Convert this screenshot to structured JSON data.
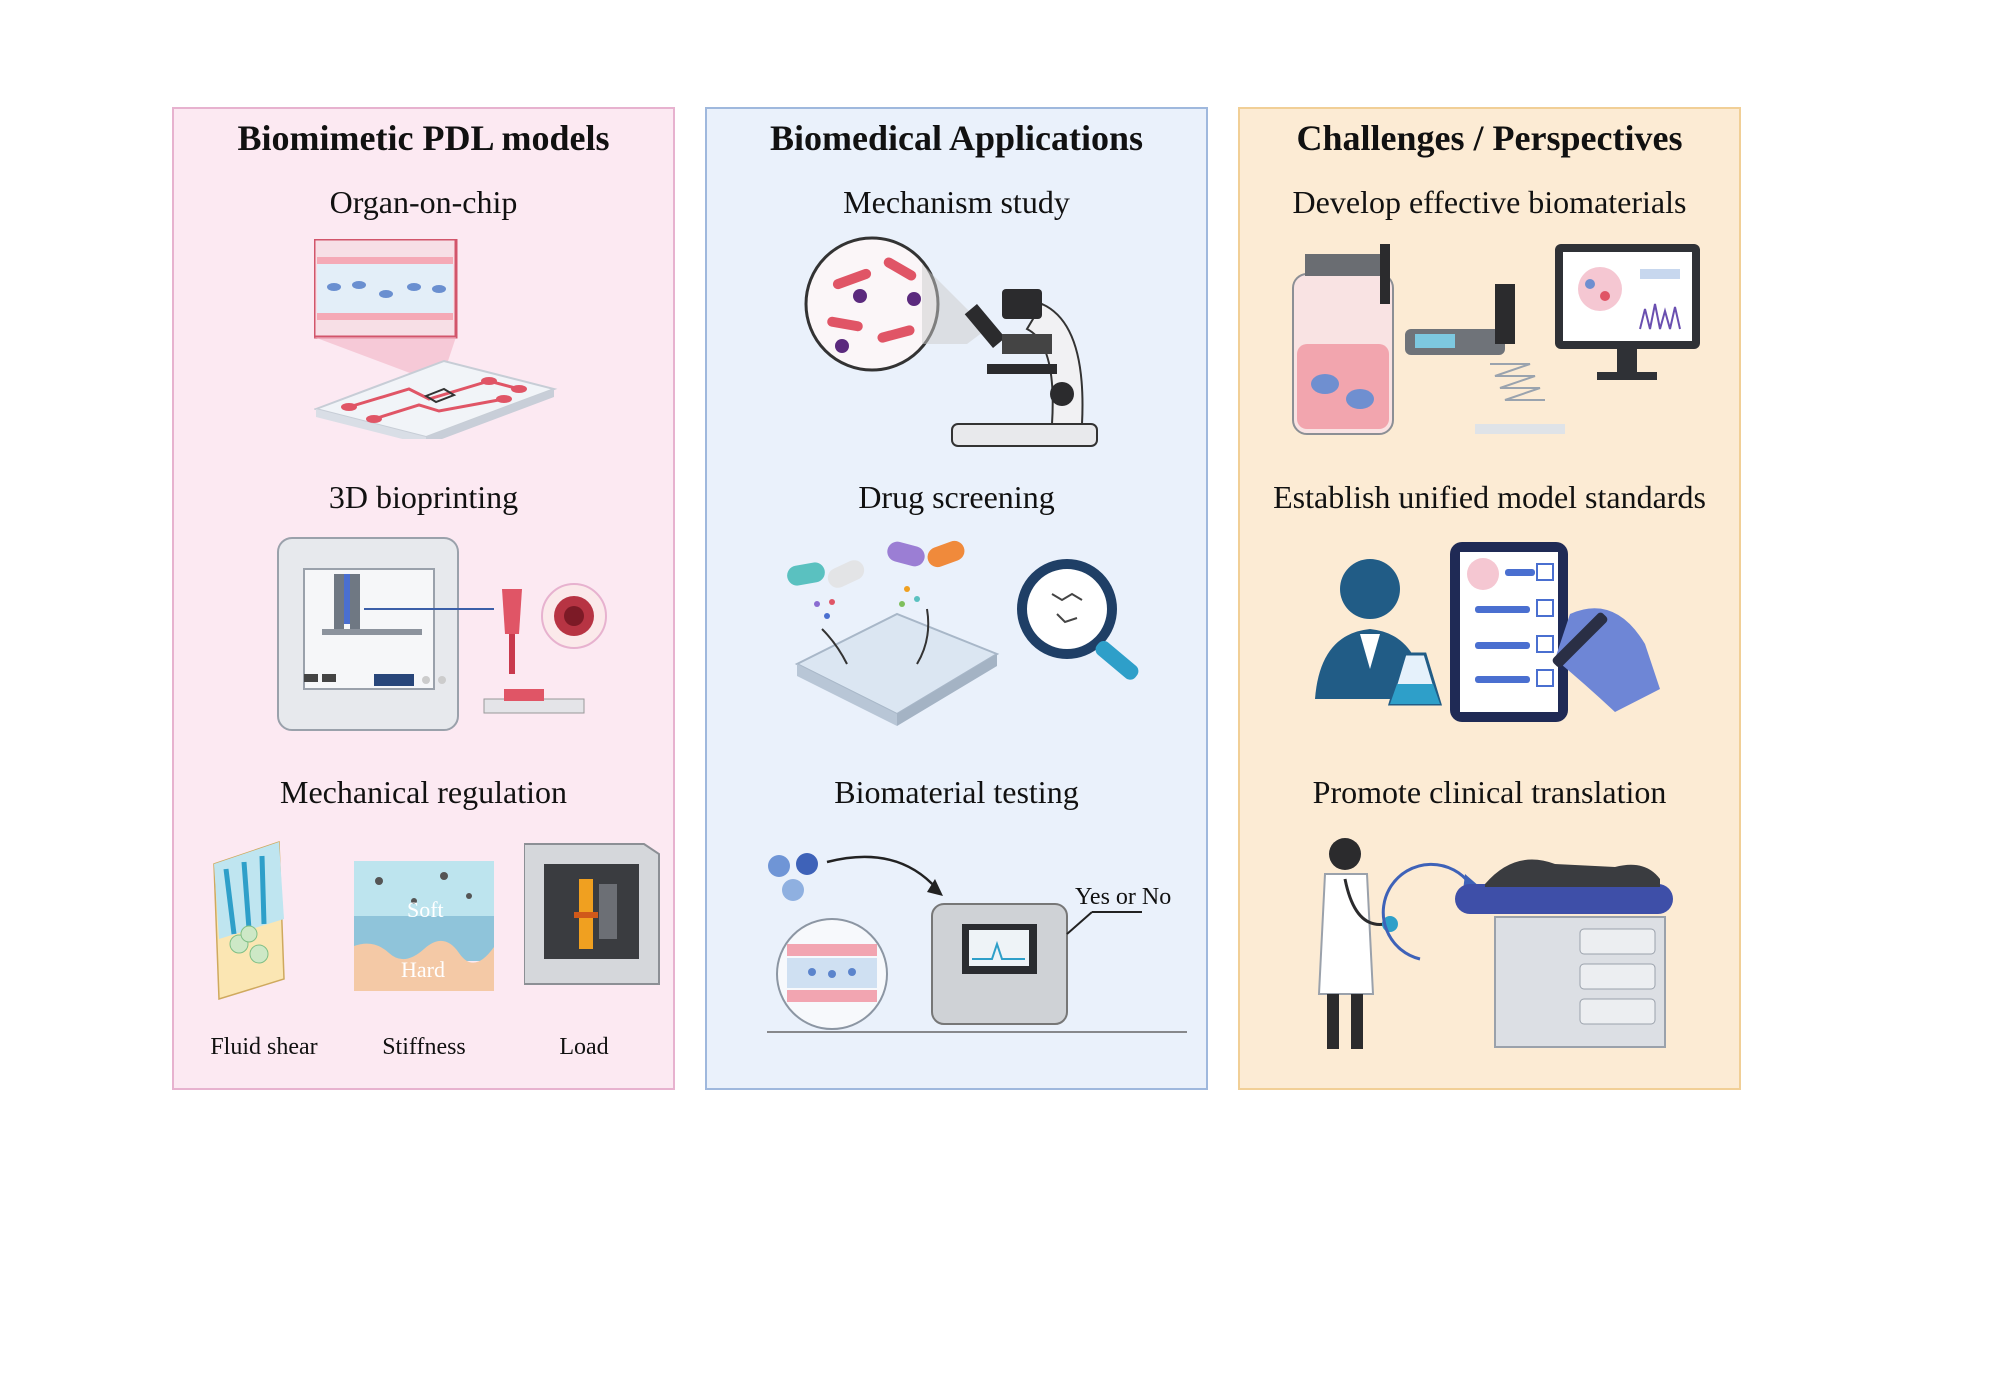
{
  "panels": [
    {
      "title": "Biomimetic PDL models",
      "items": [
        "Organ-on-chip",
        "3D bioprinting",
        "Mechanical regulation"
      ],
      "captions": [
        "Fluid shear",
        "Stiffness",
        "Load"
      ],
      "labels": [
        "Soft",
        "Hard"
      ]
    },
    {
      "title": "Biomedical Applications",
      "items": [
        "Mechanism study",
        "Drug screening",
        "Biomaterial testing"
      ],
      "note": "Yes or No"
    },
    {
      "title": "Challenges / Perspectives",
      "items": [
        "Develop effective biomaterials",
        "Establish unified model standards",
        "Promote clinical translation"
      ]
    }
  ],
  "colors": {
    "pink_panel": "#fce9f2",
    "blue_panel": "#eaf1fb",
    "orange_panel": "#fcebd4",
    "accent_red": "#e05566",
    "accent_blue": "#4a6fd0",
    "accent_teal": "#2e9fc9"
  }
}
